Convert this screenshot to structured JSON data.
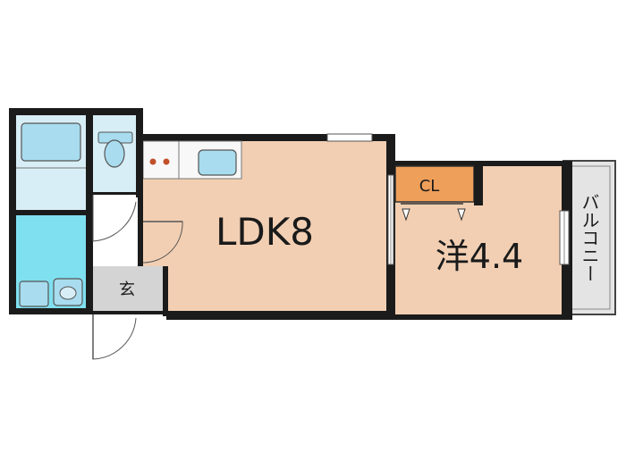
{
  "rooms": {
    "ldk": {
      "label": "LDK8"
    },
    "western": {
      "label": "洋4.4"
    },
    "closet": {
      "label": "CL"
    },
    "entrance": {
      "label": "玄"
    },
    "balcony": {
      "label": "バルコニー"
    }
  },
  "colors": {
    "wall": "#1b1b1b",
    "floor": "#f2cfb3",
    "closet": "#ee9f5a",
    "bath": "#d8eef6",
    "washroom": "#7fe0f0",
    "entrance": "#d4d4d4",
    "balcony": "#e4e4e4",
    "fixture": "#a8dcee"
  }
}
